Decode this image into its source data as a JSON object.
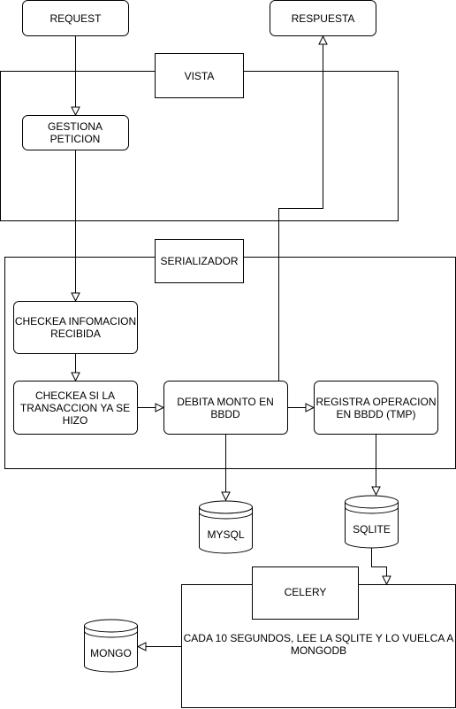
{
  "nodes": {
    "request": "REQUEST",
    "respuesta": "RESPUESTA",
    "vista": "VISTA",
    "gestiona": "GESTIONA PETICION",
    "serializador": "SERIALIZADOR",
    "checkea_info": "CHECKEA INFOMACION RECIBIDA",
    "checkea_trans": "CHECKEA SI LA TRANSACCION YA SE HIZO",
    "debita": "DEBITA MONTO EN BBDD",
    "registra": "REGISTRA OPERACION EN BBDD (TMP)",
    "mysql": "MYSQL",
    "sqlite": "SQLITE",
    "celery": "CELERY",
    "celery_task": "CADA 10 SEGUNDOS, LEE LA SQLITE Y LO VUELCA A MONGODB",
    "mongo": "MONGO"
  }
}
